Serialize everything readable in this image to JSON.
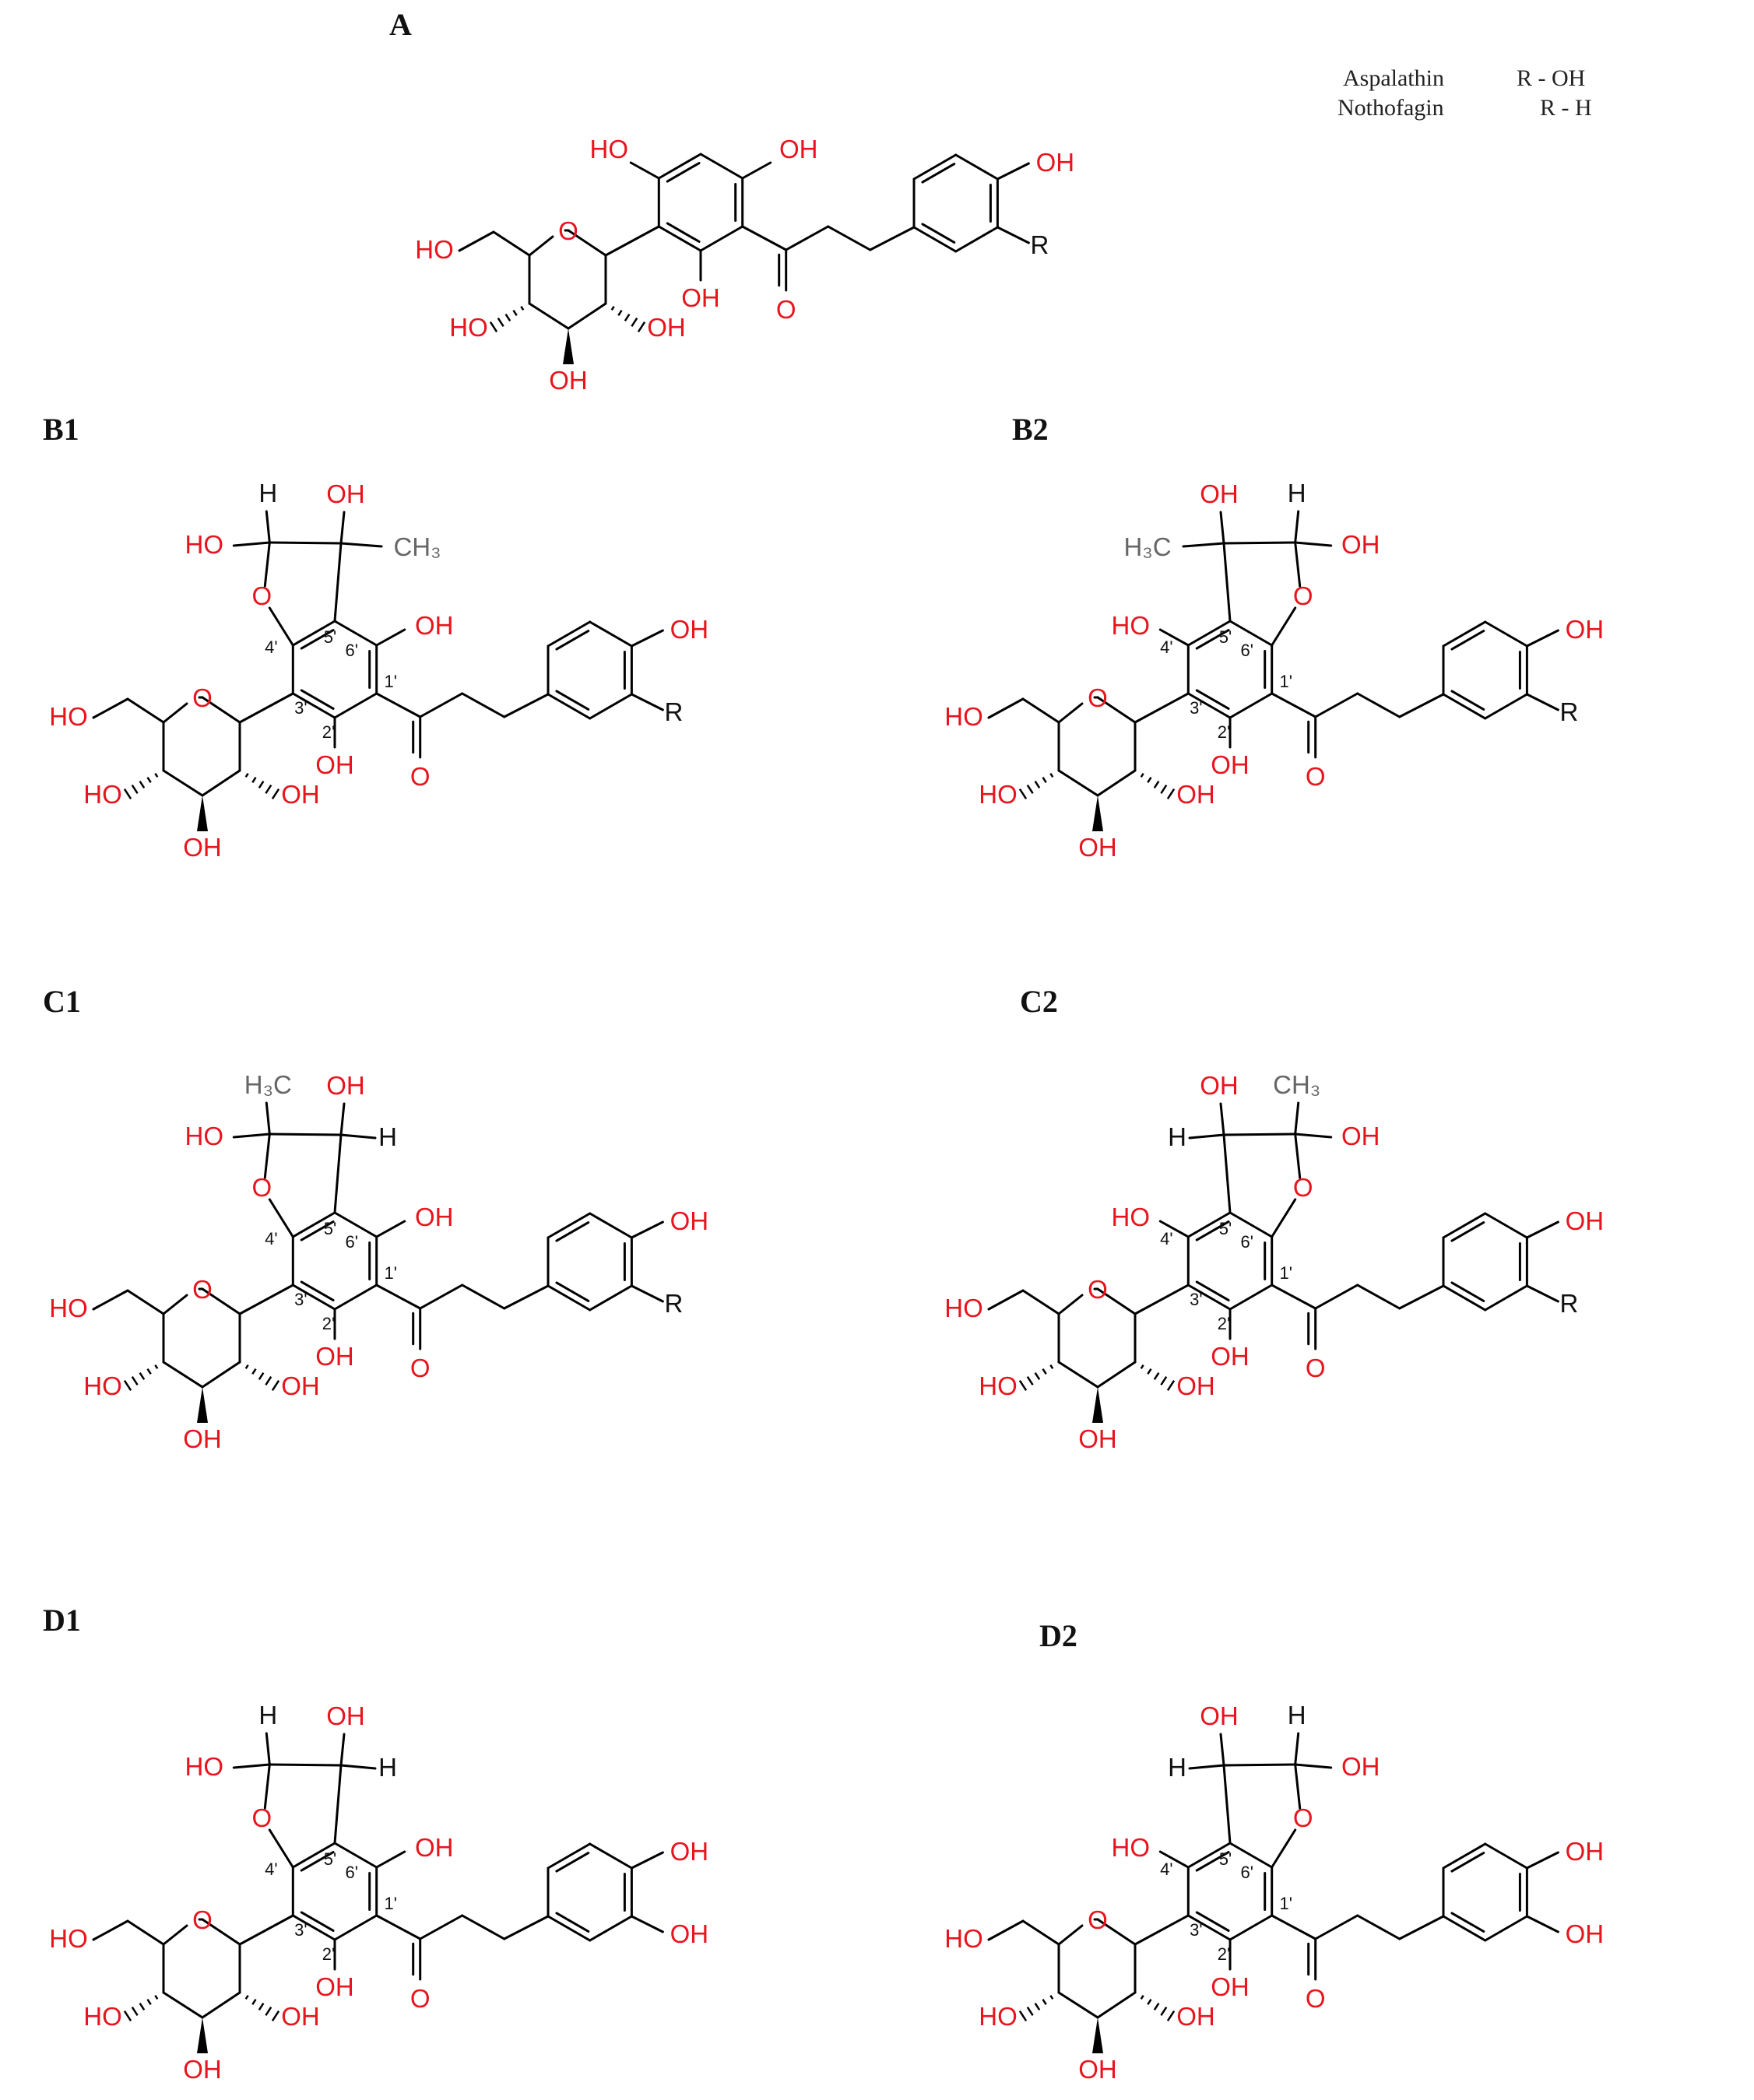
{
  "panels": [
    {
      "id": "A",
      "label": "A",
      "variant": "A"
    },
    {
      "id": "B1",
      "label": "B1",
      "variant": "B1"
    },
    {
      "id": "B2",
      "label": "B2",
      "variant": "B2"
    },
    {
      "id": "C1",
      "label": "C1",
      "variant": "C1"
    },
    {
      "id": "C2",
      "label": "C2",
      "variant": "C2"
    },
    {
      "id": "D1",
      "label": "D1",
      "variant": "D1"
    },
    {
      "id": "D2",
      "label": "D2",
      "variant": "D2"
    }
  ],
  "legend": {
    "aspalathin": {
      "name": "Aspalathin",
      "substituent": "R - OH"
    },
    "nothofagin": {
      "name": "Nothofagin",
      "substituent": "R - H"
    }
  },
  "atom_labels": {
    "oh_right": "OH",
    "oh_left": "HO",
    "ring_o": "O",
    "h": "H",
    "r": "R",
    "ch3": "CH₃",
    "h3c": "H₃C"
  },
  "locants": [
    "1'",
    "2'",
    "3'",
    "4'",
    "5'",
    "6'"
  ],
  "colors": {
    "heteroatom": "#e8141e",
    "carbon_label": "#666666",
    "bond": "#000000"
  }
}
